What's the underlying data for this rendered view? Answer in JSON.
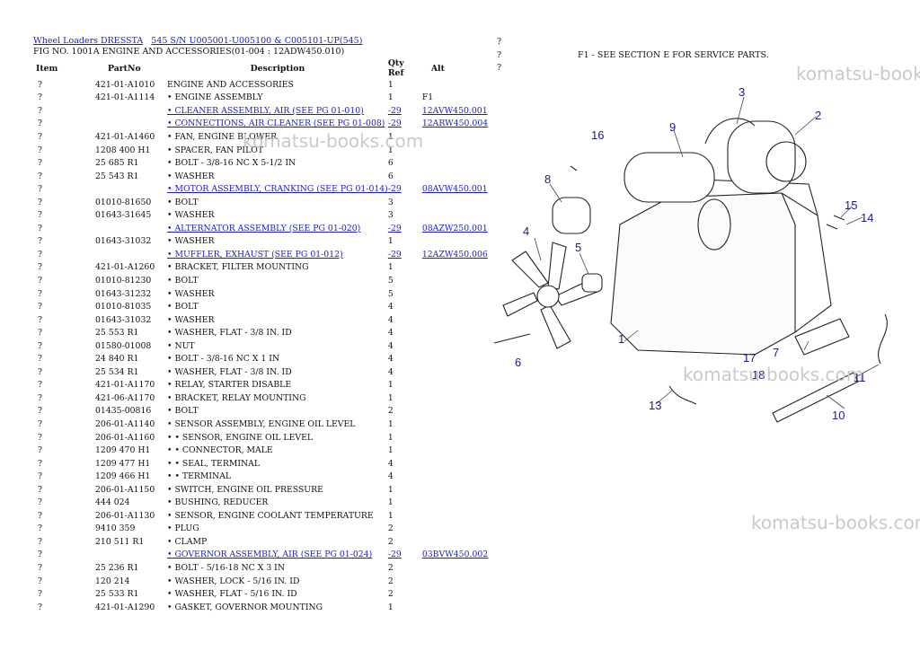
{
  "breadcrumb": [
    "Wheel Loaders DRESSTA",
    "545 S/N U005001-U005100 & C005101-UP(545)"
  ],
  "figure_title": "FIG NO. 1001A ENGINE AND ACCESSORIES(01-004 : 12ADW450.010)",
  "table": {
    "headers": [
      "Item",
      "PartNo",
      "Description",
      "Qty",
      "Ref",
      "Alt"
    ],
    "rows": [
      {
        "item": "?",
        "part": "421-01-A1010",
        "desc": "ENGINE AND ACCESSORIES",
        "qty": "1",
        "ref": "",
        "alt": "",
        "link": false
      },
      {
        "item": "?",
        "part": "421-01-A1114",
        "desc": "• ENGINE ASSEMBLY",
        "qty": "1",
        "ref": "",
        "alt": "F1",
        "link": false
      },
      {
        "item": "?",
        "part": "",
        "desc": "• CLEANER ASSEMBLY, AIR (SEE PG 01-010)",
        "qty": "-29",
        "ref": "",
        "alt": "12AVW450.001",
        "link": true
      },
      {
        "item": "?",
        "part": "",
        "desc": "• CONNECTIONS, AIR CLEANER (SEE PG 01-008)",
        "qty": "-29",
        "ref": "",
        "alt": "12ARW450.004",
        "link": true
      },
      {
        "item": "?",
        "part": "421-01-A1460",
        "desc": "• FAN, ENGINE BLOWER",
        "qty": "1",
        "ref": "",
        "alt": "",
        "link": false
      },
      {
        "item": "?",
        "part": "1208 400 H1",
        "desc": "• SPACER, FAN PILOT",
        "qty": "1",
        "ref": "",
        "alt": "",
        "link": false
      },
      {
        "item": "?",
        "part": "25 685 R1",
        "desc": "• BOLT - 3/8-16 NC X 5-1/2 IN",
        "qty": "6",
        "ref": "",
        "alt": "",
        "link": false
      },
      {
        "item": "?",
        "part": "25 543 R1",
        "desc": "• WASHER",
        "qty": "6",
        "ref": "",
        "alt": "",
        "link": false
      },
      {
        "item": "?",
        "part": "",
        "desc": "• MOTOR ASSEMBLY, CRANKING (SEE PG 01-014)",
        "qty": "-29",
        "ref": "",
        "alt": "08AVW450.001",
        "link": true
      },
      {
        "item": "?",
        "part": "01010-81650",
        "desc": "• BOLT",
        "qty": "3",
        "ref": "",
        "alt": "",
        "link": false
      },
      {
        "item": "?",
        "part": "01643-31645",
        "desc": "• WASHER",
        "qty": "3",
        "ref": "",
        "alt": "",
        "link": false
      },
      {
        "item": "?",
        "part": "",
        "desc": "• ALTERNATOR ASSEMBLY (SEE PG 01-020)",
        "qty": "-29",
        "ref": "",
        "alt": "08AZW250.001",
        "link": true
      },
      {
        "item": "?",
        "part": "01643-31032",
        "desc": "• WASHER",
        "qty": "1",
        "ref": "",
        "alt": "",
        "link": false
      },
      {
        "item": "?",
        "part": "",
        "desc": "• MUFFLER, EXHAUST (SEE PG 01-012)",
        "qty": "-29",
        "ref": "",
        "alt": "12AZW450.006",
        "link": true
      },
      {
        "item": "?",
        "part": "421-01-A1260",
        "desc": "• BRACKET, FILTER MOUNTING",
        "qty": "1",
        "ref": "",
        "alt": "",
        "link": false
      },
      {
        "item": "?",
        "part": "01010-81230",
        "desc": "• BOLT",
        "qty": "5",
        "ref": "",
        "alt": "",
        "link": false
      },
      {
        "item": "?",
        "part": "01643-31232",
        "desc": "• WASHER",
        "qty": "5",
        "ref": "",
        "alt": "",
        "link": false
      },
      {
        "item": "?",
        "part": "01010-81035",
        "desc": "• BOLT",
        "qty": "4",
        "ref": "",
        "alt": "",
        "link": false
      },
      {
        "item": "?",
        "part": "01643-31032",
        "desc": "• WASHER",
        "qty": "4",
        "ref": "",
        "alt": "",
        "link": false
      },
      {
        "item": "?",
        "part": "25 553 R1",
        "desc": "• WASHER, FLAT - 3/8 IN. ID",
        "qty": "4",
        "ref": "",
        "alt": "",
        "link": false
      },
      {
        "item": "?",
        "part": "01580-01008",
        "desc": "• NUT",
        "qty": "4",
        "ref": "",
        "alt": "",
        "link": false
      },
      {
        "item": "?",
        "part": "24 840 R1",
        "desc": "• BOLT - 3/8-16 NC X 1 IN",
        "qty": "4",
        "ref": "",
        "alt": "",
        "link": false
      },
      {
        "item": "?",
        "part": "25 534 R1",
        "desc": "• WASHER, FLAT - 3/8 IN. ID",
        "qty": "4",
        "ref": "",
        "alt": "",
        "link": false
      },
      {
        "item": "?",
        "part": "421-01-A1170",
        "desc": "• RELAY, STARTER DISABLE",
        "qty": "1",
        "ref": "",
        "alt": "",
        "link": false
      },
      {
        "item": "?",
        "part": "421-06-A1170",
        "desc": "• BRACKET, RELAY MOUNTING",
        "qty": "1",
        "ref": "",
        "alt": "",
        "link": false
      },
      {
        "item": "?",
        "part": "01435-00816",
        "desc": "• BOLT",
        "qty": "2",
        "ref": "",
        "alt": "",
        "link": false
      },
      {
        "item": "?",
        "part": "206-01-A1140",
        "desc": "• SENSOR ASSEMBLY, ENGINE OIL LEVEL",
        "qty": "1",
        "ref": "",
        "alt": "",
        "link": false
      },
      {
        "item": "?",
        "part": "206-01-A1160",
        "desc": "• • SENSOR, ENGINE OIL LEVEL",
        "qty": "1",
        "ref": "",
        "alt": "",
        "link": false
      },
      {
        "item": "?",
        "part": "1209 470 H1",
        "desc": "• • CONNECTOR, MALE",
        "qty": "1",
        "ref": "",
        "alt": "",
        "link": false
      },
      {
        "item": "?",
        "part": "1209 477 H1",
        "desc": "• • SEAL, TERMINAL",
        "qty": "4",
        "ref": "",
        "alt": "",
        "link": false
      },
      {
        "item": "?",
        "part": "1209 466 H1",
        "desc": "• • TERMINAL",
        "qty": "4",
        "ref": "",
        "alt": "",
        "link": false
      },
      {
        "item": "?",
        "part": "206-01-A1150",
        "desc": "• SWITCH, ENGINE OIL PRESSURE",
        "qty": "1",
        "ref": "",
        "alt": "",
        "link": false
      },
      {
        "item": "?",
        "part": "444 024",
        "desc": "• BUSHING, REDUCER",
        "qty": "1",
        "ref": "",
        "alt": "",
        "link": false
      },
      {
        "item": "?",
        "part": "206-01-A1130",
        "desc": "• SENSOR, ENGINE COOLANT TEMPERATURE",
        "qty": "1",
        "ref": "",
        "alt": "",
        "link": false
      },
      {
        "item": "?",
        "part": "9410 359",
        "desc": "• PLUG",
        "qty": "2",
        "ref": "",
        "alt": "",
        "link": false
      },
      {
        "item": "?",
        "part": "210 511 R1",
        "desc": "• CLAMP",
        "qty": "2",
        "ref": "",
        "alt": "",
        "link": false
      },
      {
        "item": "?",
        "part": "",
        "desc": "• GOVERNOR ASSEMBLY, AIR (SEE PG 01-024)",
        "qty": "-29",
        "ref": "",
        "alt": "03BVW450.002",
        "link": true
      },
      {
        "item": "?",
        "part": "25 236 R1",
        "desc": "• BOLT - 5/16-18 NC X 3 IN",
        "qty": "2",
        "ref": "",
        "alt": "",
        "link": false
      },
      {
        "item": "?",
        "part": "120 214",
        "desc": "• WASHER, LOCK - 5/16 IN. ID",
        "qty": "2",
        "ref": "",
        "alt": "",
        "link": false
      },
      {
        "item": "?",
        "part": "25 533 R1",
        "desc": "• WASHER, FLAT - 5/16 IN. ID",
        "qty": "2",
        "ref": "",
        "alt": "",
        "link": false
      },
      {
        "item": "?",
        "part": "421-01-A1290",
        "desc": "• GASKET, GOVERNOR MOUNTING",
        "qty": "1",
        "ref": "",
        "alt": "",
        "link": false
      }
    ]
  },
  "side_marks": [
    "?",
    "?",
    "?"
  ],
  "note": "F1 - SEE SECTION E FOR SERVICE PARTS.",
  "watermark": "komatsu-books.com",
  "diagram_callouts": [
    "1",
    "2",
    "3",
    "4",
    "5",
    "6",
    "7",
    "8",
    "9",
    "10",
    "11",
    "13",
    "14",
    "15",
    "16",
    "17",
    "18"
  ]
}
